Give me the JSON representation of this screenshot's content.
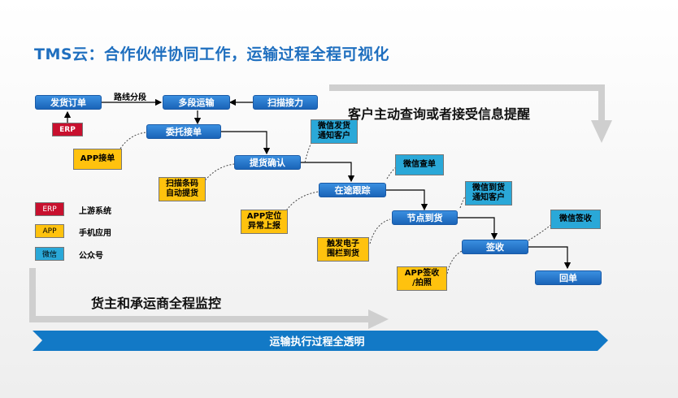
{
  "title": "TMS云：合作伙伴协同工作，运输过程全程可视化",
  "nodes": {
    "fahuo": "发货订单",
    "duoduan": "多段运输",
    "saomiao": "扫描接力",
    "weituo": "委托接单",
    "tihuo": "提货确认",
    "zaitu": "在途跟踪",
    "jiedian": "节点到货",
    "qianshou": "签收",
    "huidan": "回单"
  },
  "notes": {
    "erp": "ERP",
    "app_jiedan": "APP接单",
    "wx_fahuo": "微信发货\n通知客户",
    "saomiao_tihuo": "扫描条码\n自动提货",
    "wx_chadan": "微信查单",
    "app_dingwei": "APP定位\n异常上报",
    "wx_daohuo": "微信到货\n通知客户",
    "chufa": "触发电子\n围栏到货",
    "wx_qianshou": "微信签收",
    "app_qianshou": "APP签收\n/拍照"
  },
  "labels": {
    "luxian": "路线分段",
    "kehu": "客户主动查询或者接受信息提醒",
    "huozhu": "货主和承运商全程监控",
    "banner": "运输执行过程全透明"
  },
  "legend": [
    {
      "tag": "ERP",
      "text": "上游系统"
    },
    {
      "tag": "APP",
      "text": "手机应用"
    },
    {
      "tag": "微信",
      "text": "公众号"
    }
  ],
  "colors": {
    "node_blue": "#1a64b8",
    "app_yellow": "#ffc20e",
    "wx_blue": "#2aa8d8",
    "erp_red": "#c8102e",
    "banner_blue": "#1279c6",
    "title_blue": "#1f6fbf"
  }
}
